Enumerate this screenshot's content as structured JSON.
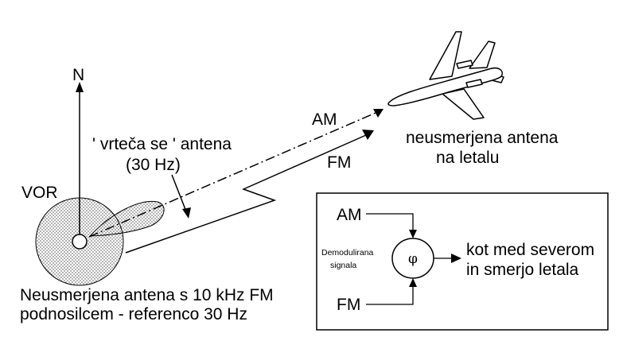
{
  "diagram": {
    "north_label": "N",
    "vor_label": "VOR",
    "rotating_antenna_label_line1": "' vrteča se ' antena",
    "rotating_antenna_label_line2": "(30 Hz)",
    "am_label": "AM",
    "fm_label": "FM",
    "aircraft_antenna_line1": "neusmerjena antena",
    "aircraft_antenna_line2": "na letalu",
    "ground_antenna_line1": "Neusmerjena antena s 10 kHz FM",
    "ground_antenna_line2": "podnosilcem - referenco 30 Hz",
    "box": {
      "am_label": "AM",
      "fm_label": "FM",
      "demod_line1": "Demodulirana",
      "demod_line2": "signala",
      "phi_symbol": "φ",
      "result_line1": "kot med severom",
      "result_line2": "in smerjo letala"
    }
  }
}
